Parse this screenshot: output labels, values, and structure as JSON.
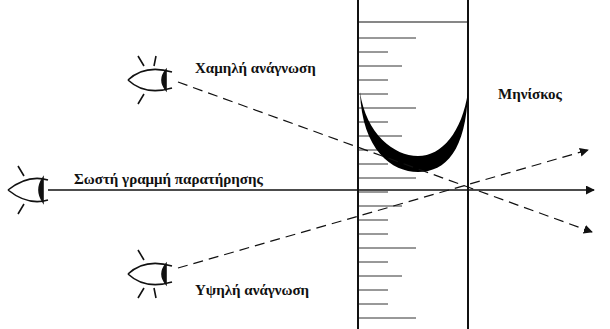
{
  "diagram": {
    "labels": [
      "Χαμηλή ανάγνωση",
      "Μηνίσκος",
      "Σωστή γραμμή παρατήρησης",
      "Υψηλή ανάγνωση"
    ]
  }
}
